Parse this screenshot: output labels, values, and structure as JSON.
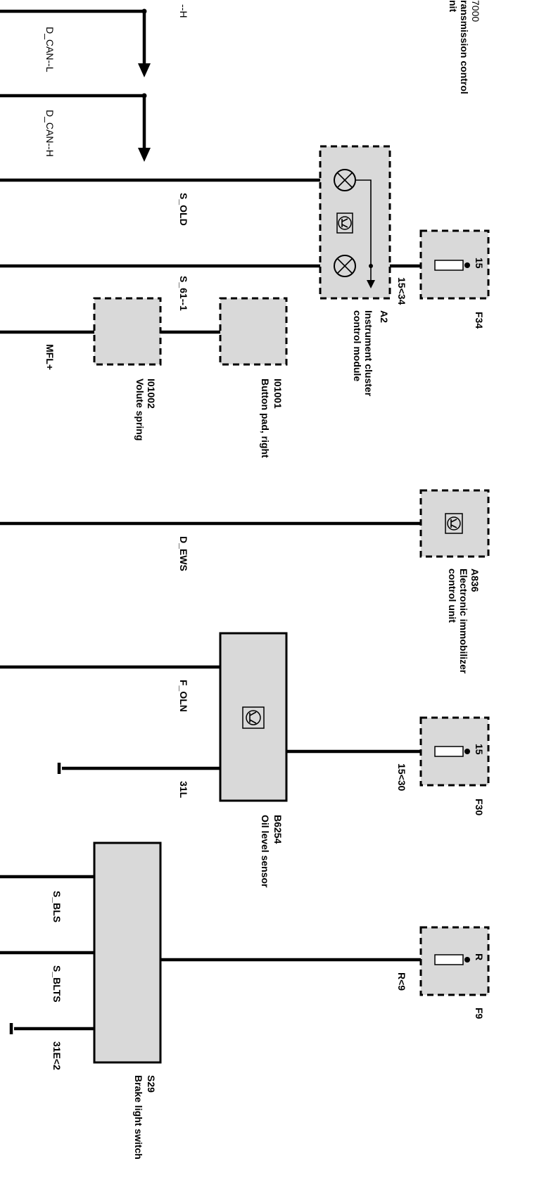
{
  "signals": {
    "d_can_h_top": "--H",
    "d_can_l": "D_CAN--L",
    "d_can_h": "D_CAN--H",
    "s_old": "S_OLD",
    "s_61": "S_61--1",
    "mfl": "MFL+",
    "d_ews": "D_EWS",
    "f_oln": "F_OLN",
    "gnd_31l": "31L",
    "s_bls": "S_BLS",
    "s_blts": "S_BLTS",
    "gnd_31e": "31E<2"
  },
  "components": {
    "tcu": {
      "id": "7000",
      "name_line1": "ransmission control",
      "name_line2": "nit"
    },
    "a2": {
      "id": "A2",
      "name_line1": "Instrument cluster",
      "name_line2": "control module",
      "pin": "15<34"
    },
    "f34": {
      "id": "F34",
      "pin": "15"
    },
    "i01002": {
      "id": "I01002",
      "name": "Volute spring"
    },
    "i01001": {
      "id": "I01001",
      "name": "Button pad, right"
    },
    "a836": {
      "id": "A836",
      "name_line1": "Electronic immobilizer",
      "name_line2": "control unit"
    },
    "b6254": {
      "id": "B6254",
      "name": "Oil level sensor"
    },
    "f30": {
      "id": "F30",
      "pin": "15",
      "feed": "15<30"
    },
    "s29": {
      "id": "S29",
      "name": "Brake light switch"
    },
    "f9": {
      "id": "F9",
      "pin": "R",
      "feed": "R<9"
    }
  }
}
